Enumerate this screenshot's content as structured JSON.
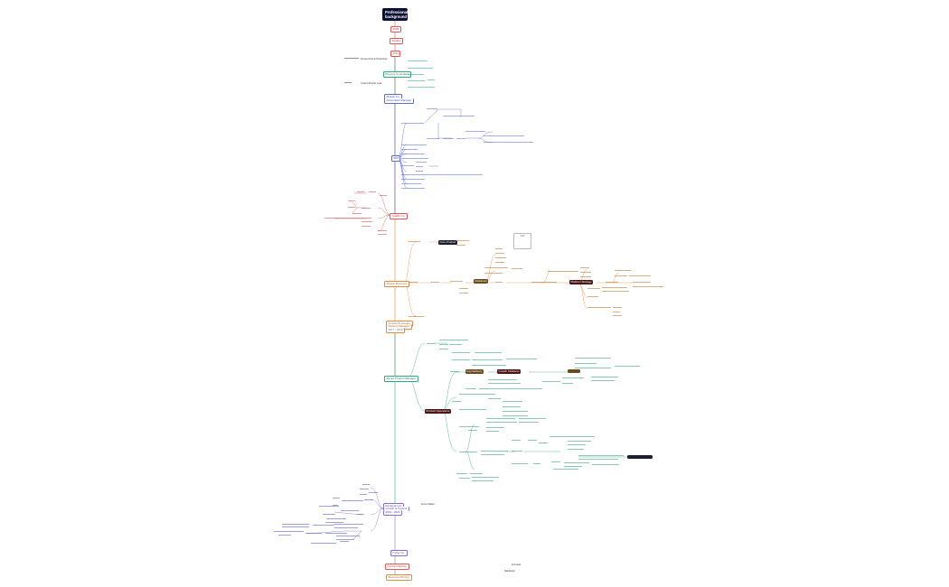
{
  "root": {
    "title_line1": "Professional",
    "title_line2": "background"
  },
  "main_nodes": [
    {
      "label": "2009"
    },
    {
      "label": "Studies"
    },
    {
      "label": "2011"
    },
    {
      "label": "Process Consultant"
    },
    {
      "label": "Mosaic Co."
    },
    {
      "label": "Accountant Manager"
    },
    {
      "label": "BIM"
    },
    {
      "label": "Quality Co."
    },
    {
      "label": "Mosaic Business"
    },
    {
      "label": "Product & Content"
    },
    {
      "label": "Delivery Manager"
    },
    {
      "label": "2017 - 2019"
    },
    {
      "label": "Senior Product Manager"
    },
    {
      "label": "Development"
    },
    {
      "label": "Growth & Content"
    },
    {
      "label": "2019 - 2021"
    },
    {
      "label": "Cyber Co."
    },
    {
      "label": "Product Director"
    },
    {
      "label": "Business Director"
    }
  ],
  "side_notes": [
    {
      "label": "Process Flow & Productivity"
    },
    {
      "label": "Content Product Lead"
    },
    {
      "label": "Scrum Master"
    },
    {
      "label": "Full-stack"
    },
    {
      "label": "Dashboard"
    }
  ],
  "highlight_nodes": [
    {
      "label": "Core Product"
    },
    {
      "label": "Roadmap"
    },
    {
      "label": "Platform Strategy"
    },
    {
      "label": "Key Delivery"
    },
    {
      "label": "Growth Initiatives"
    },
    {
      "label": "Product Operations"
    }
  ],
  "note_box": {
    "label": "KPI"
  },
  "colors": {
    "root": "#0b1033",
    "red": "#e05555",
    "green": "#2eaa7b",
    "blue": "#5a6ad0",
    "orange": "#e08a3a"
  }
}
